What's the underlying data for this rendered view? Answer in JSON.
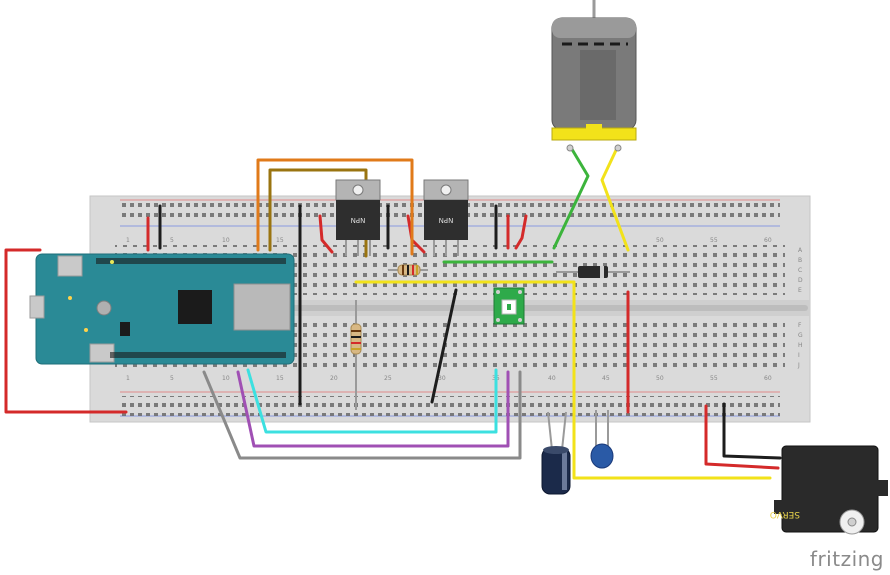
{
  "app": {
    "logo_text": "fritzing"
  },
  "breadboard": {
    "row_labels_top": [
      "A",
      "B",
      "C",
      "D",
      "E"
    ],
    "row_labels_bottom": [
      "F",
      "G",
      "H",
      "I",
      "J"
    ],
    "column_numbers": [
      "1",
      "5",
      "10",
      "15",
      "20",
      "25",
      "30",
      "35",
      "40",
      "45",
      "50",
      "55",
      "60"
    ]
  },
  "components": {
    "transistor_1_label": "NPN",
    "transistor_2_label": "NPN",
    "servo_label": "SERVO",
    "microcontroller": "arduino-board",
    "motor": "dc-motor",
    "diode": "diode",
    "resistors": [
      "resistor-horizontal",
      "resistor-vertical"
    ],
    "capacitors": [
      "electrolytic-capacitor",
      "ceramic-capacitor"
    ],
    "sensor": "breakout-module"
  },
  "colors": {
    "breadboard": "#d9d9d9",
    "board": "#2a8a96",
    "wire_red": "#d42a2a",
    "wire_black": "#1d1d1d",
    "wire_orange": "#e07a1a",
    "wire_brown": "#9a7410",
    "wire_green": "#3cb43c",
    "wire_yellow": "#f2e21a",
    "wire_cyan": "#3ce0e0",
    "wire_purple": "#a050b4",
    "wire_gray": "#8a8a8a"
  }
}
